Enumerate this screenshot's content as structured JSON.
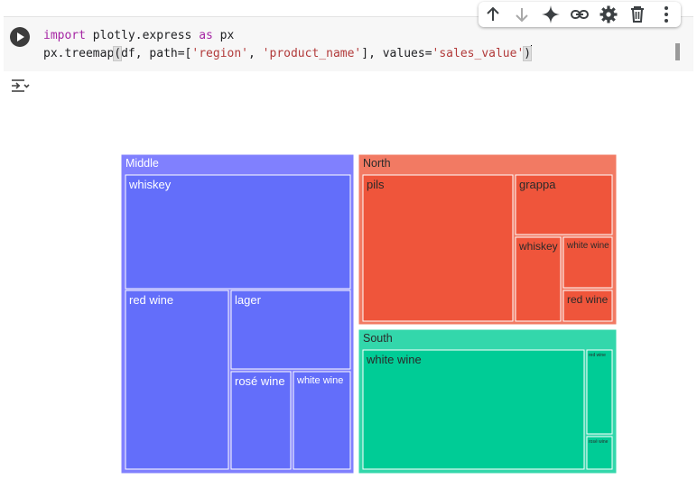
{
  "code": {
    "line1": {
      "kw1": "import",
      "mid": " plotly.express ",
      "kw2": "as",
      "end": " px"
    },
    "line2": {
      "pre": "px.treemap",
      "open": "(",
      "args1": "df, path=[",
      "s1": "'region'",
      "comma": ", ",
      "s2": "'product_name'",
      "args2": "], values=",
      "s3": "'sales_value'",
      "close": ")"
    }
  },
  "toolbar": {
    "icons": [
      "arrow-up-icon",
      "arrow-down-icon",
      "sparkle-icon",
      "link-icon",
      "gear-icon",
      "trash-icon",
      "more-vert-icon"
    ]
  },
  "colors": {
    "middle_parent": "#8080fe",
    "middle_leaf": "#636efa",
    "north_parent": "#f27a63",
    "north_leaf": "#ef553b",
    "south_parent": "#33d7ab",
    "south_leaf": "#00cc96",
    "background": "#ffffff"
  },
  "chart_data": {
    "type": "treemap",
    "path": [
      "region",
      "product_name"
    ],
    "values_field": "sales_value",
    "regions": [
      {
        "name": "Middle",
        "color": "#636efa",
        "children": [
          {
            "name": "whiskey",
            "value": 32
          },
          {
            "name": "red wine",
            "value": 25
          },
          {
            "name": "lager",
            "value": 14
          },
          {
            "name": "rosé wine",
            "value": 9
          },
          {
            "name": "white wine",
            "value": 9
          }
        ]
      },
      {
        "name": "North",
        "color": "#ef553b",
        "children": [
          {
            "name": "pils",
            "value": 19
          },
          {
            "name": "grappa",
            "value": 7
          },
          {
            "name": "whiskey",
            "value": 6
          },
          {
            "name": "white wine",
            "value": 3.5
          },
          {
            "name": "red wine",
            "value": 2
          }
        ]
      },
      {
        "name": "South",
        "color": "#00cc96",
        "children": [
          {
            "name": "white wine",
            "value": 28
          },
          {
            "name": "red wine",
            "value": 3.7
          },
          {
            "name": "rosé wine",
            "value": 1.3
          }
        ]
      }
    ]
  }
}
